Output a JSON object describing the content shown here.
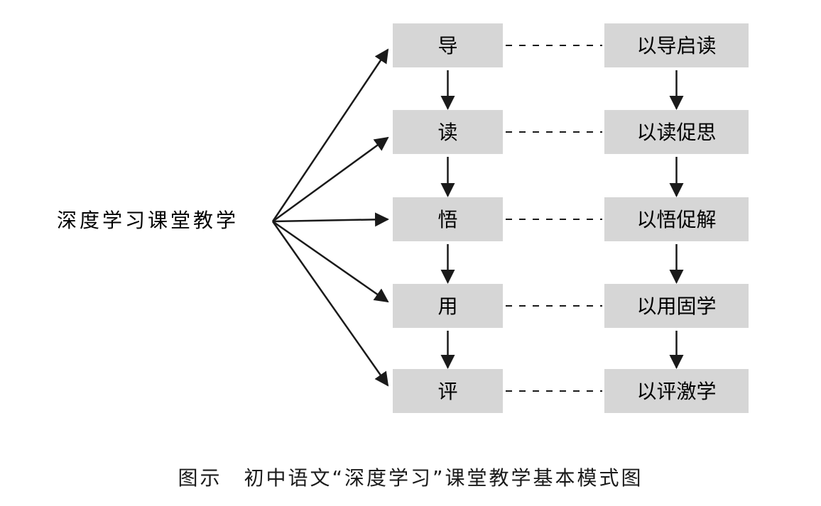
{
  "diagram": {
    "root": "深度学习课堂教学",
    "stages": [
      "导",
      "读",
      "悟",
      "用",
      "评"
    ],
    "strategies": [
      "以导启读",
      "以读促思",
      "以悟促解",
      "以用固学",
      "以评激学"
    ],
    "colors": {
      "box_fill": "#d6d6d6",
      "line": "#1a1a1a",
      "background": "#ffffff"
    }
  },
  "caption": "图示　初中语文“深度学习”课堂教学基本模式图"
}
